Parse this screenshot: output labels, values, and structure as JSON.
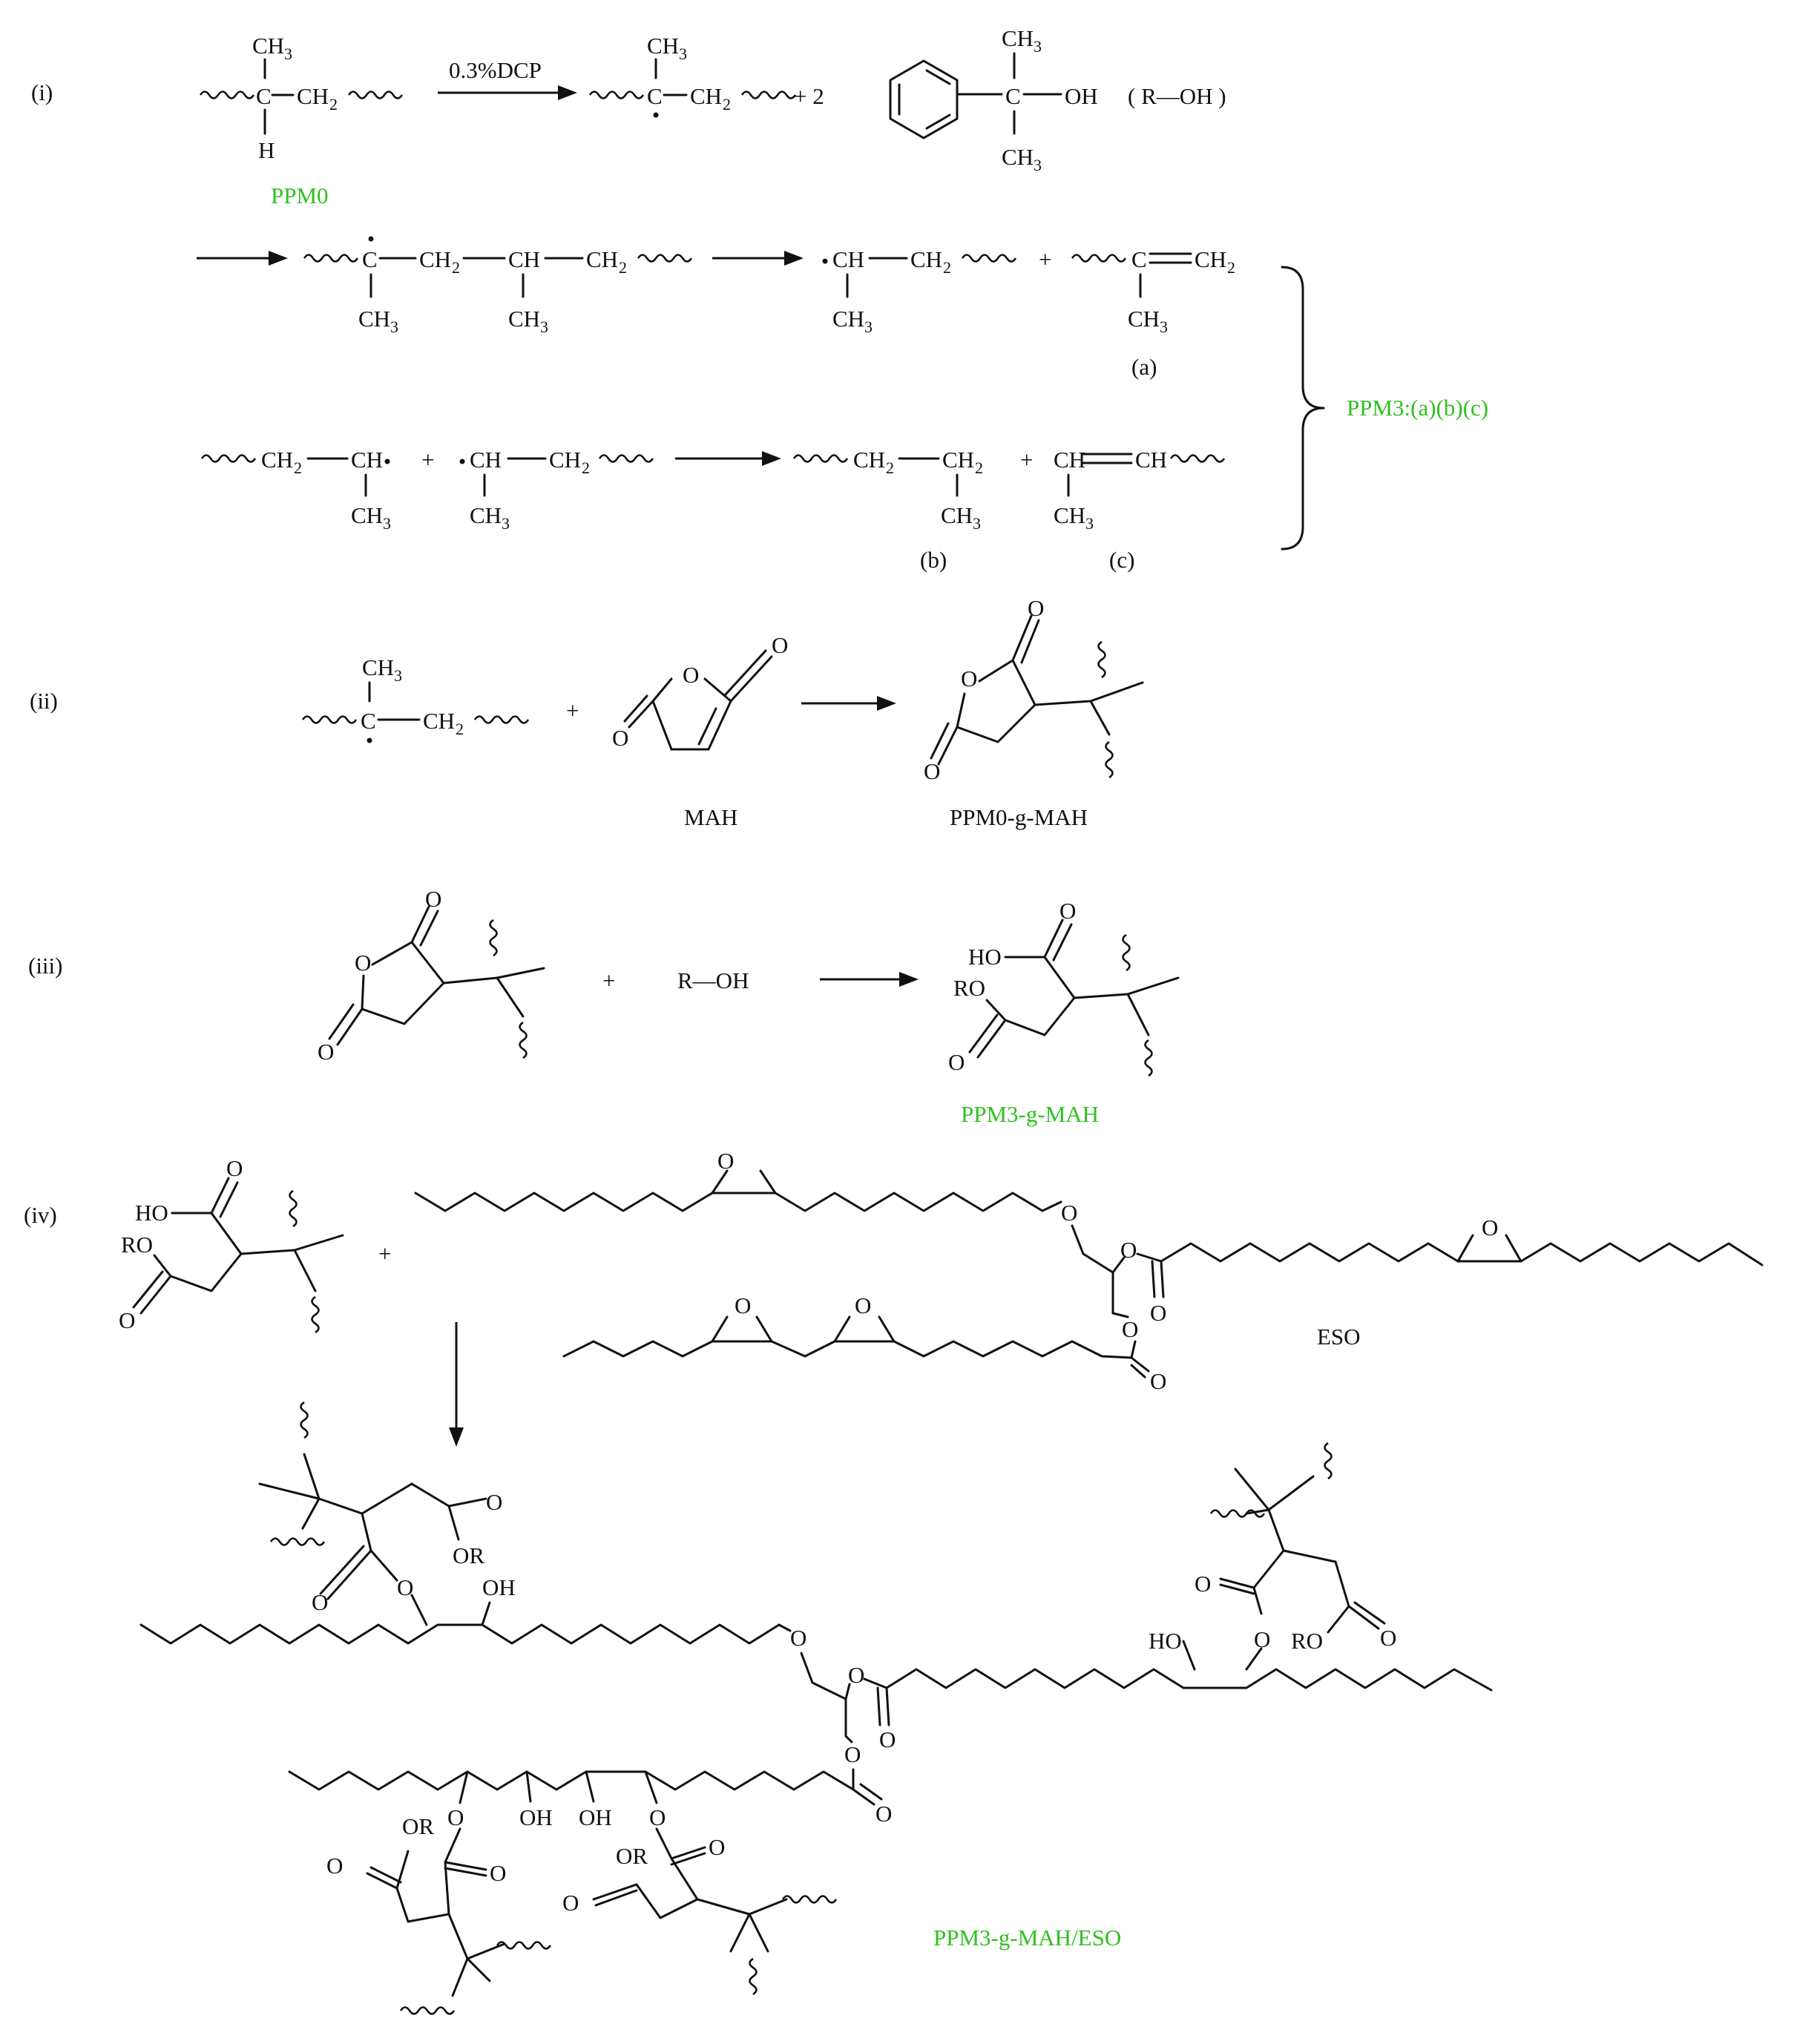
{
  "labels": {
    "step_i": "(i)",
    "step_ii": "(ii)",
    "step_iii": "(iii)",
    "step_iv": "(iv)",
    "reagent": "0.3%DCP",
    "ppm0": "PPM0",
    "ppm3": "PPM3:(a)(b)(c)",
    "mah": "MAH",
    "ppm0_g_mah": "PPM0-g-MAH",
    "ppm3_g_mah": "PPM3-g-MAH",
    "eso": "ESO",
    "ppm3_g_mah_eso": "PPM3-g-MAH/ESO",
    "product_a": "(a)",
    "product_b": "(b)",
    "product_c": "(c)",
    "coef_2": "+ 2",
    "roh": "R—OH",
    "roh_paren": "( R—OH )"
  },
  "atoms": {
    "c": "C",
    "ch": "CH",
    "ch2": "CH",
    "ch3": "CH",
    "h": "H",
    "o": "O",
    "oh": "OH",
    "ho": "HO",
    "ro": "RO",
    "or": "OR",
    "plus": "+",
    "sub2": "2",
    "sub3": "3"
  },
  "colors": {
    "ink": "#111111",
    "highlight": "#2fc01f"
  }
}
